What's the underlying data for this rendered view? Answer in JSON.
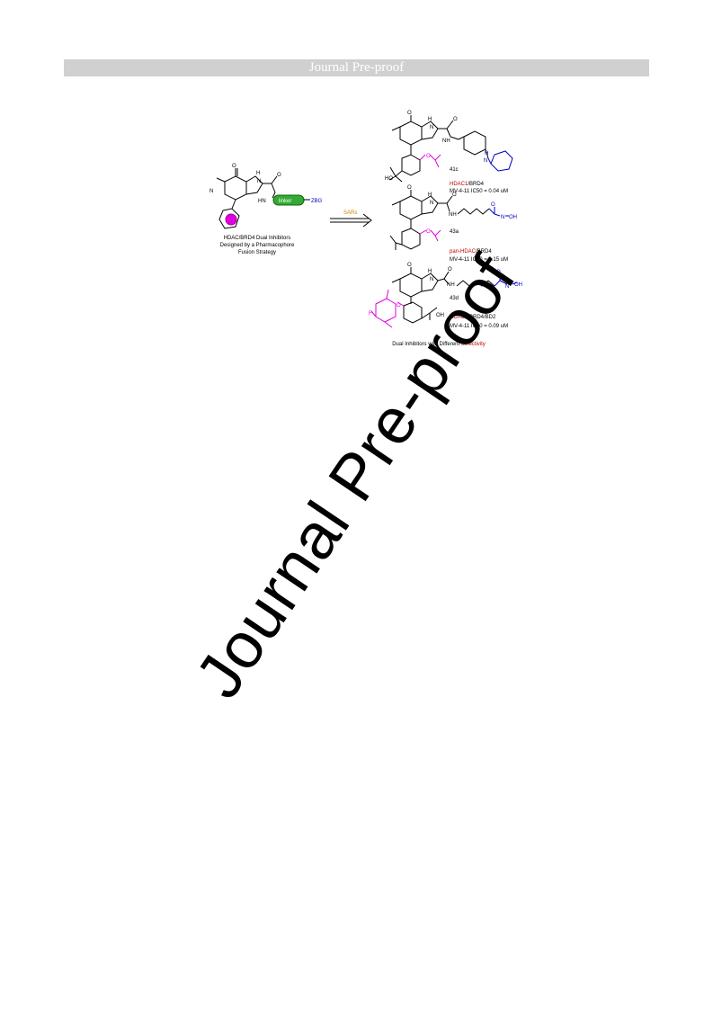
{
  "header": {
    "title": "Journal Pre-proof"
  },
  "watermark": {
    "text": "Journal Pre-proof"
  },
  "graphical_abstract": {
    "left_caption": [
      "HDAC/BRD4 Dual Inhibitors",
      "Designed by a Pharmacophore",
      "Fusion Strategy"
    ],
    "linker_label": "linker",
    "zbg_label": "ZBG",
    "nh_label": "HN",
    "arrow_label": "SARs",
    "compounds": [
      {
        "id": "41c",
        "selectivity_hdac": "HDAC1",
        "selectivity_rest": "/BRD4",
        "assay": "MV-4-11 IC50 = 0.04 uM"
      },
      {
        "id": "43a",
        "selectivity_hdac": "pan-HDAC",
        "selectivity_rest": "/BRD4",
        "assay": "MV-4-11 IC50 = 0.15 uM"
      },
      {
        "id": "43d",
        "selectivity_hdac": "HDAC6",
        "selectivity_rest": "/BRD4/BD2",
        "assay": "MV-4-11 IC50 = 0.09 uM"
      }
    ],
    "footer_caption_a": "Dual Inhibitors with Different ",
    "footer_caption_b": "Selectivity"
  },
  "colors": {
    "red": "#c00000",
    "magenta": "#e000e0",
    "blue": "#0000c0",
    "orange": "#d08000",
    "green": "#33aa33"
  }
}
